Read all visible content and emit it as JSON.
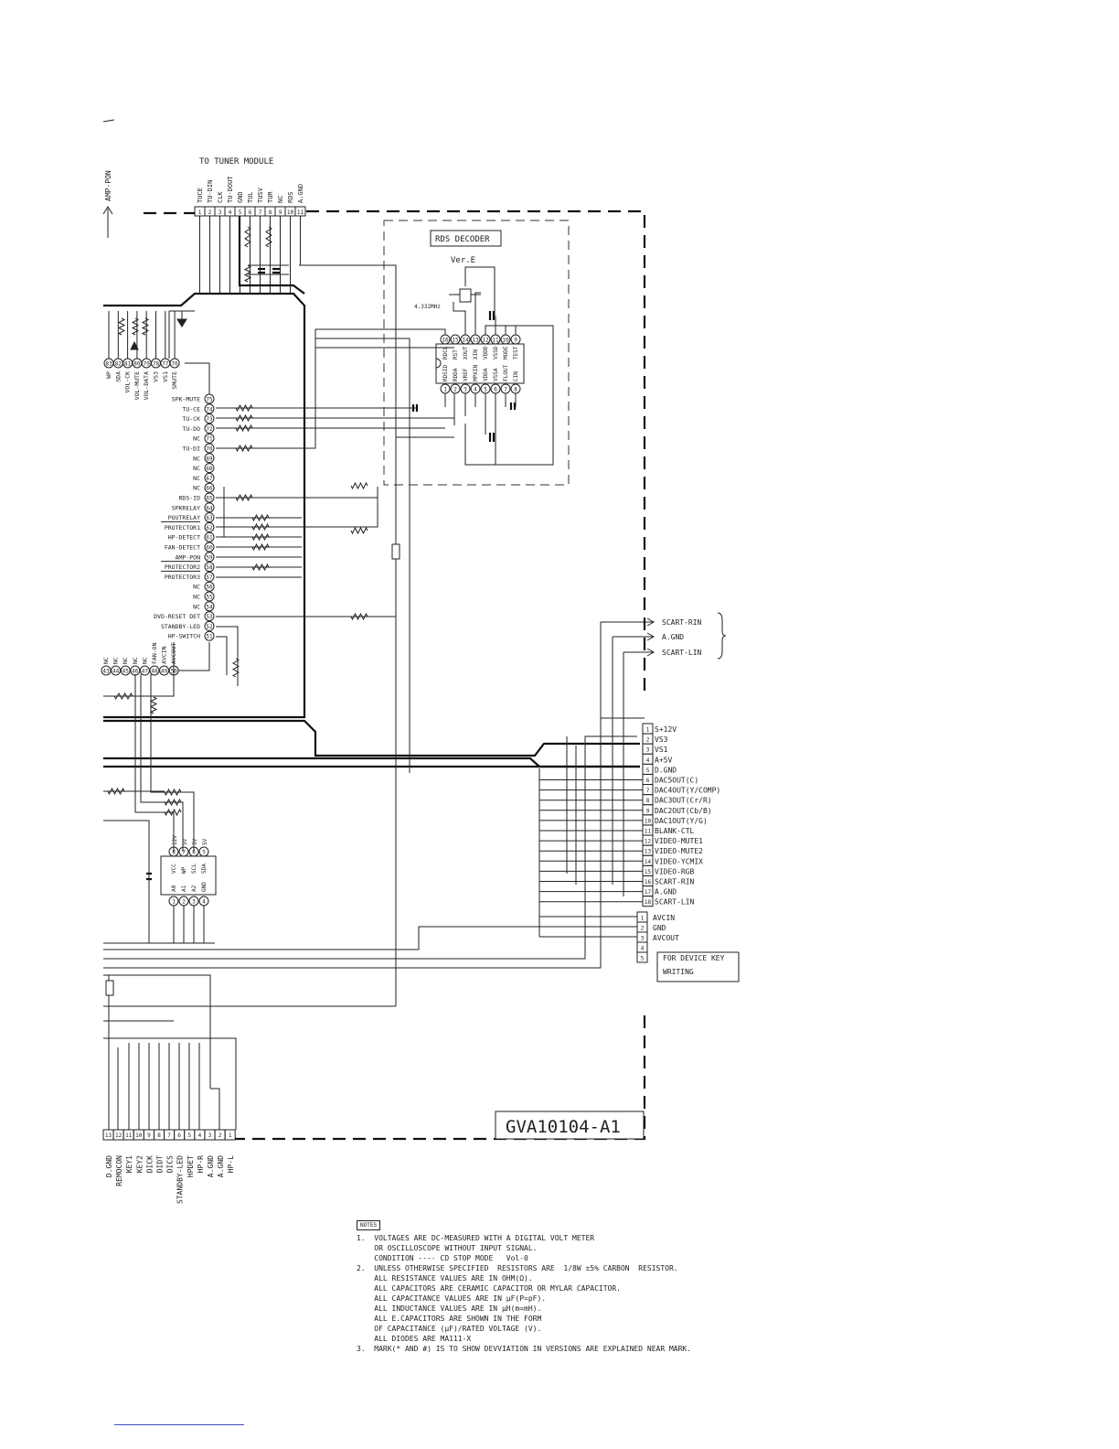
{
  "labels": {
    "tuner_module": "TO TUNER MODULE",
    "amp_pon": "AMP-PON",
    "rds_decoder": "RDS DECODER",
    "ver": "Ver.E",
    "crystal": "4.332MHz",
    "board_id": "GVA10104-A1",
    "device_key_line1": "FOR DEVICE KEY",
    "device_key_line2": "WRITING",
    "eeprom_pins_top": [
      "12V",
      "5V",
      "5V",
      "5V"
    ]
  },
  "tuner_pins": [
    {
      "num": "1",
      "name": "TUCE"
    },
    {
      "num": "2",
      "name": "TU-DIN"
    },
    {
      "num": "3",
      "name": "CLK"
    },
    {
      "num": "4",
      "name": "TU-DOUT"
    },
    {
      "num": "5",
      "name": "GND"
    },
    {
      "num": "6",
      "name": "TUL"
    },
    {
      "num": "7",
      "name": "TUSV"
    },
    {
      "num": "8",
      "name": "TUR"
    },
    {
      "num": "9",
      "name": "NC"
    },
    {
      "num": "10",
      "name": "RDS"
    },
    {
      "num": "11",
      "name": "A.GND"
    }
  ],
  "rds_ic": {
    "top_pins": [
      {
        "num": "16",
        "name": "RDCL"
      },
      {
        "num": "15",
        "name": "RST"
      },
      {
        "num": "14",
        "name": "XOUT"
      },
      {
        "num": "13",
        "name": "XIN"
      },
      {
        "num": "12",
        "name": "VDDD"
      },
      {
        "num": "11",
        "name": "VSSD"
      },
      {
        "num": "10",
        "name": "MODE"
      },
      {
        "num": "9",
        "name": "TEST"
      }
    ],
    "bottom_pins": [
      {
        "num": "1",
        "name": "RDSID"
      },
      {
        "num": "2",
        "name": "RDDA"
      },
      {
        "num": "3",
        "name": "VREF"
      },
      {
        "num": "4",
        "name": "MPXIN"
      },
      {
        "num": "5",
        "name": "VDDA"
      },
      {
        "num": "6",
        "name": "VSSA"
      },
      {
        "num": "7",
        "name": "FLOUT"
      },
      {
        "num": "8",
        "name": "CIN"
      }
    ]
  },
  "mcu_top_pins": [
    {
      "num": "83",
      "name": "WP"
    },
    {
      "num": "82",
      "name": "SDA"
    },
    {
      "num": "81",
      "name": "VOL-CK"
    },
    {
      "num": "80",
      "name": "VOL-MUTE"
    },
    {
      "num": "79",
      "name": "VOL-DATA"
    },
    {
      "num": "78",
      "name": "VS3"
    },
    {
      "num": "77",
      "name": "VS1"
    },
    {
      "num": "76",
      "name": "SMUTE"
    }
  ],
  "mcu_right_pins": [
    {
      "num": "75",
      "name": "SPK-MUTE"
    },
    {
      "num": "74",
      "name": "TU-CE"
    },
    {
      "num": "73",
      "name": "TU-CK"
    },
    {
      "num": "72",
      "name": "TU-DO"
    },
    {
      "num": "71",
      "name": "NC"
    },
    {
      "num": "70",
      "name": "TU-DI"
    },
    {
      "num": "69",
      "name": "NC"
    },
    {
      "num": "68",
      "name": "NC"
    },
    {
      "num": "67",
      "name": "NC"
    },
    {
      "num": "66",
      "name": "NC"
    },
    {
      "num": "65",
      "name": "RDS-ID"
    },
    {
      "num": "64",
      "name": "SPKRELAY"
    },
    {
      "num": "63",
      "name": "POUTRELAY"
    },
    {
      "num": "62",
      "name": "PROTECTOR1"
    },
    {
      "num": "61",
      "name": "HP-DETECT"
    },
    {
      "num": "60",
      "name": "FAN-DETECT"
    },
    {
      "num": "59",
      "name": "AMP-PON"
    },
    {
      "num": "58",
      "name": "PROTECTOR2"
    },
    {
      "num": "57",
      "name": "PROTECTOR3"
    },
    {
      "num": "56",
      "name": "NC"
    },
    {
      "num": "55",
      "name": "NC"
    },
    {
      "num": "54",
      "name": "NC"
    },
    {
      "num": "53",
      "name": "DVD-RESET DET"
    },
    {
      "num": "52",
      "name": "STANDBY-LED"
    },
    {
      "num": "51",
      "name": "HP-SWITCH"
    }
  ],
  "mcu_bottom_pins": [
    {
      "num": "43",
      "name": "NC"
    },
    {
      "num": "44",
      "name": "NC"
    },
    {
      "num": "45",
      "name": "NC"
    },
    {
      "num": "46",
      "name": "NC"
    },
    {
      "num": "47",
      "name": "NC"
    },
    {
      "num": "48",
      "name": "FAN-ON"
    },
    {
      "num": "49",
      "name": "AVCIN"
    },
    {
      "num": "50",
      "name": "AVCOUT"
    }
  ],
  "eeprom": {
    "top_pins": [
      {
        "num": "8",
        "name": "VCC"
      },
      {
        "num": "7",
        "name": "WP"
      },
      {
        "num": "6",
        "name": "SCL"
      },
      {
        "num": "5",
        "name": "SDA"
      }
    ],
    "bottom_pins": [
      {
        "num": "1",
        "name": "A0"
      },
      {
        "num": "2",
        "name": "A1"
      },
      {
        "num": "3",
        "name": "A2"
      },
      {
        "num": "4",
        "name": "GND"
      }
    ]
  },
  "scart_out": [
    "SCART-RIN",
    "A.GND",
    "SCART-LIN"
  ],
  "connector_18": [
    {
      "num": "1",
      "name": "S+12V"
    },
    {
      "num": "2",
      "name": "VS3"
    },
    {
      "num": "3",
      "name": "VS1"
    },
    {
      "num": "4",
      "name": "A+5V"
    },
    {
      "num": "5",
      "name": "D.GND"
    },
    {
      "num": "6",
      "name": "DAC5OUT(C)"
    },
    {
      "num": "7",
      "name": "DAC4OUT(Y/COMP)"
    },
    {
      "num": "8",
      "name": "DAC3OUT(Cr/R)"
    },
    {
      "num": "9",
      "name": "DAC2OUT(Cb/B)"
    },
    {
      "num": "10",
      "name": "DAC1OUT(Y/G)"
    },
    {
      "num": "11",
      "name": "BLANK-CTL"
    },
    {
      "num": "12",
      "name": "VIDEO-MUTE1"
    },
    {
      "num": "13",
      "name": "VIDEO-MUTE2"
    },
    {
      "num": "14",
      "name": "VIDEO-YCMIX"
    },
    {
      "num": "15",
      "name": "VIDEO-RGB"
    },
    {
      "num": "16",
      "name": "SCART-RIN"
    },
    {
      "num": "17",
      "name": "A.GND"
    },
    {
      "num": "18",
      "name": "SCART-LIN"
    }
  ],
  "connector_5": [
    {
      "num": "1",
      "name": "AVCIN"
    },
    {
      "num": "2",
      "name": "GND"
    },
    {
      "num": "3",
      "name": "AVCOUT"
    },
    {
      "num": "4",
      "name": ""
    },
    {
      "num": "5",
      "name": ""
    }
  ],
  "connector_bottom": [
    {
      "num": "13",
      "name": "D.GND"
    },
    {
      "num": "12",
      "name": "REMOCON"
    },
    {
      "num": "11",
      "name": "KEY1"
    },
    {
      "num": "10",
      "name": "KEY2"
    },
    {
      "num": "9",
      "name": "DICK"
    },
    {
      "num": "8",
      "name": "DIDT"
    },
    {
      "num": "7",
      "name": "DICS"
    },
    {
      "num": "6",
      "name": "STANDBY-LED"
    },
    {
      "num": "5",
      "name": "HPDET"
    },
    {
      "num": "4",
      "name": "HP-R"
    },
    {
      "num": "3",
      "name": "A.GND"
    },
    {
      "num": "2",
      "name": "A.GND"
    },
    {
      "num": "1",
      "name": "HP-L"
    }
  ],
  "notes": {
    "tag": "NOTES",
    "lines": [
      "1.  VOLTAGES ARE DC-MEASURED WITH A DIGITAL VOLT METER",
      "    OR OSCILLOSCOPE WITHOUT INPUT SIGNAL.",
      "    CONDITION ---- CD STOP MODE   Vol-0",
      "2.  UNLESS OTHERWISE SPECIFIED  RESISTORS ARE  1/8W ±5% CARBON  RESISTOR.",
      "    ALL RESISTANCE VALUES ARE IN OHM(Ω).",
      "    ALL CAPACITORS ARE CERAMIC CAPACITOR OR MYLAR CAPACITOR.",
      "    ALL CAPACITANCE VALUES ARE IN μF(P=pF).",
      "    ALL INDUCTANCE VALUES ARE IN μH(m=mH).",
      "    ALL E.CAPACITORS ARE SHOWN IN THE FORM",
      "    OF CAPACITANCE (μF)/RATED VOLTAGE (V).",
      "    ALL DIODES ARE MA111-X",
      "3.  MARK(* AND #) IS TO SHOW DEVVIATION IN VERSIONS ARE EXPLAINED NEAR MARK."
    ]
  }
}
